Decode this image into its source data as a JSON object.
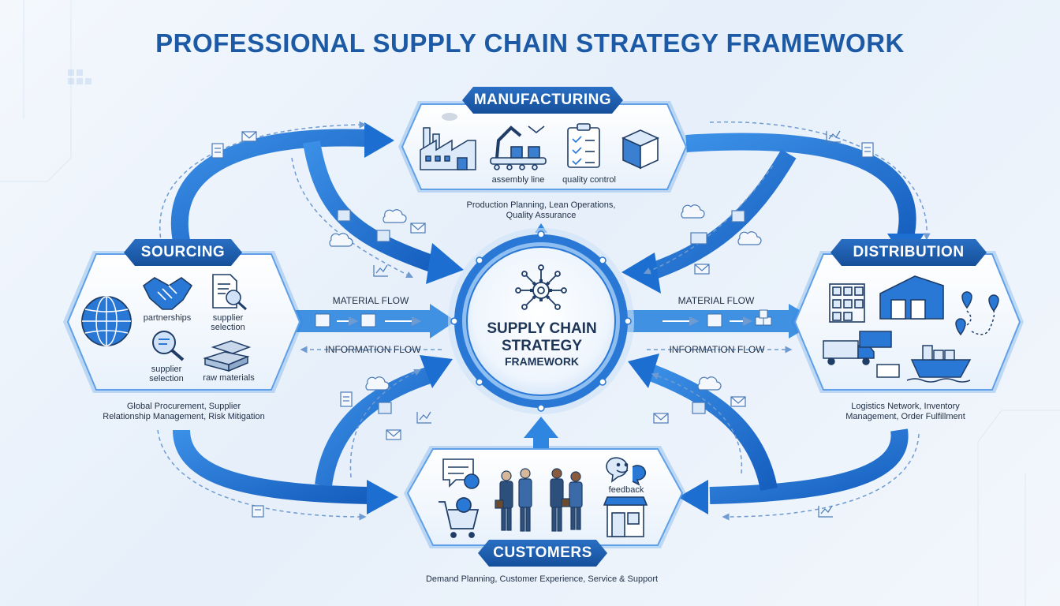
{
  "title": "PROFESSIONAL SUPPLY CHAIN STRATEGY FRAMEWORK",
  "center": {
    "line1": "SUPPLY CHAIN",
    "line2": "STRATEGY",
    "line3": "FRAMEWORK"
  },
  "flows": {
    "material": "MATERIAL FLOW",
    "information": "INFORMATION FLOW"
  },
  "nodes": {
    "manufacturing": {
      "label": "MANUFACTURING",
      "items": [
        "assembly line",
        "quality control"
      ],
      "description_line1": "Production Planning, Lean Operations,",
      "description_line2": "Quality Assurance"
    },
    "sourcing": {
      "label": "SOURCING",
      "items": [
        "partnerships",
        "supplier selection",
        "raw materials"
      ],
      "description_line1": "Global Procurement, Supplier",
      "description_line2": "Relationship Management, Risk Mitigation"
    },
    "distribution": {
      "label": "DISTRIBUTION",
      "description_line1": "Logistics Network, Inventory",
      "description_line2": "Management, Order Fulfillment"
    },
    "customers": {
      "label": "CUSTOMERS",
      "items": [
        "feedback"
      ],
      "description": "Demand Planning, Customer Experience, Service & Support"
    }
  },
  "colors": {
    "primary": "#1c6fd1",
    "dark": "#154f9a",
    "light": "#cfe3f8",
    "ink": "#1f3d66"
  },
  "icons": [
    "factory-icon",
    "robot-arm-icon",
    "clipboard-icon",
    "box-icon",
    "globe-icon",
    "handshake-icon",
    "document-search-icon",
    "magnifier-icon",
    "ingots-icon",
    "warehouse-icon",
    "truck-icon",
    "ship-icon",
    "map-pin-icon",
    "chat-icon",
    "cart-icon",
    "people-icon",
    "feedback-bubble-icon",
    "storefront-icon",
    "gear-network-icon",
    "email-icon",
    "cloud-icon",
    "chart-icon"
  ]
}
